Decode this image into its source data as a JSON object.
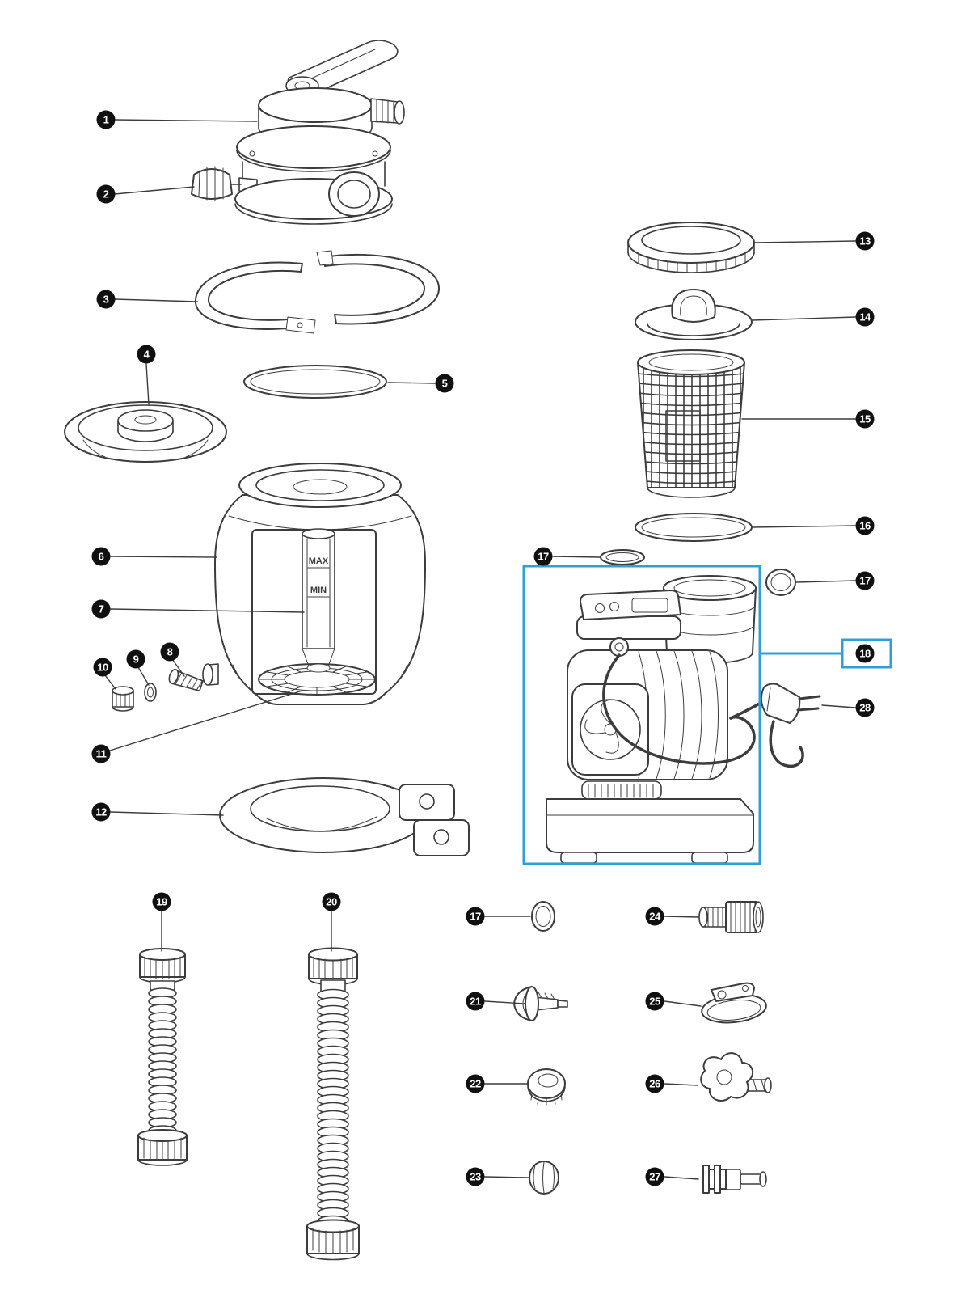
{
  "diagram": {
    "colors": {
      "line": "#3c3c3c",
      "highlight": "#2e9fd8",
      "callout_background": "#101010",
      "callout_text": "#ffffff",
      "background": "#ffffff"
    },
    "labels": {
      "max": "MAX",
      "min": "MIN"
    },
    "callouts": {
      "c1": "1",
      "c2": "2",
      "c3": "3",
      "c4": "4",
      "c5": "5",
      "c6": "6",
      "c7": "7",
      "c8": "8",
      "c9": "9",
      "c10": "10",
      "c11": "11",
      "c12": "12",
      "c13": "13",
      "c14": "14",
      "c15": "15",
      "c16": "16",
      "c17": "17",
      "c18": "18",
      "c19": "19",
      "c20": "20",
      "c21": "21",
      "c22": "22",
      "c23": "23",
      "c24": "24",
      "c25": "25",
      "c26": "26",
      "c27": "27",
      "c28": "28"
    }
  }
}
